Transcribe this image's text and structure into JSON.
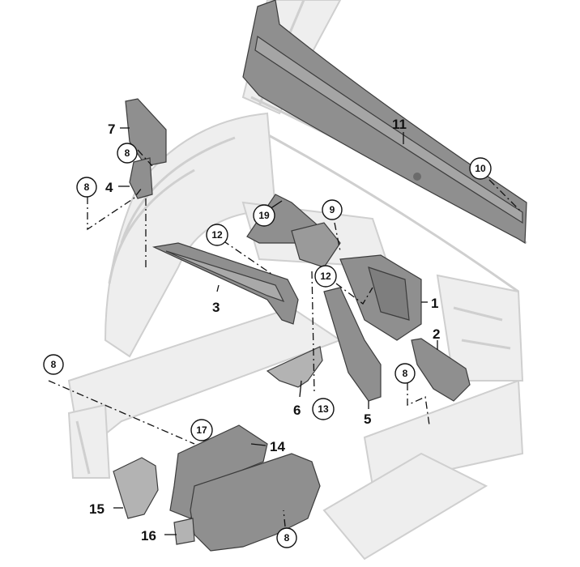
{
  "parts": [
    {
      "number": "1",
      "circled": false
    },
    {
      "number": "2",
      "circled": false
    },
    {
      "number": "3",
      "circled": false
    },
    {
      "number": "4",
      "circled": false
    },
    {
      "number": "5",
      "circled": false
    },
    {
      "number": "6",
      "circled": false
    },
    {
      "number": "7",
      "circled": false
    },
    {
      "number": "8",
      "circled": true
    },
    {
      "number": "8",
      "circled": true
    },
    {
      "number": "8",
      "circled": true
    },
    {
      "number": "8",
      "circled": true
    },
    {
      "number": "8",
      "circled": true
    },
    {
      "number": "9",
      "circled": true
    },
    {
      "number": "10",
      "circled": true
    },
    {
      "number": "11",
      "circled": false
    },
    {
      "number": "12",
      "circled": true
    },
    {
      "number": "12",
      "circled": true
    },
    {
      "number": "13",
      "circled": true
    },
    {
      "number": "14",
      "circled": false
    },
    {
      "number": "15",
      "circled": false
    },
    {
      "number": "16",
      "circled": false
    },
    {
      "number": "17",
      "circled": true
    },
    {
      "number": "19",
      "circled": true
    }
  ],
  "colors": {
    "background": "#ffffff",
    "ghost_body": "#eeeeee",
    "ghost_outline": "#cfcfcf",
    "part_fill": "#8f8f8f",
    "part_fill_light": "#b3b3b3",
    "label": "#111111"
  }
}
